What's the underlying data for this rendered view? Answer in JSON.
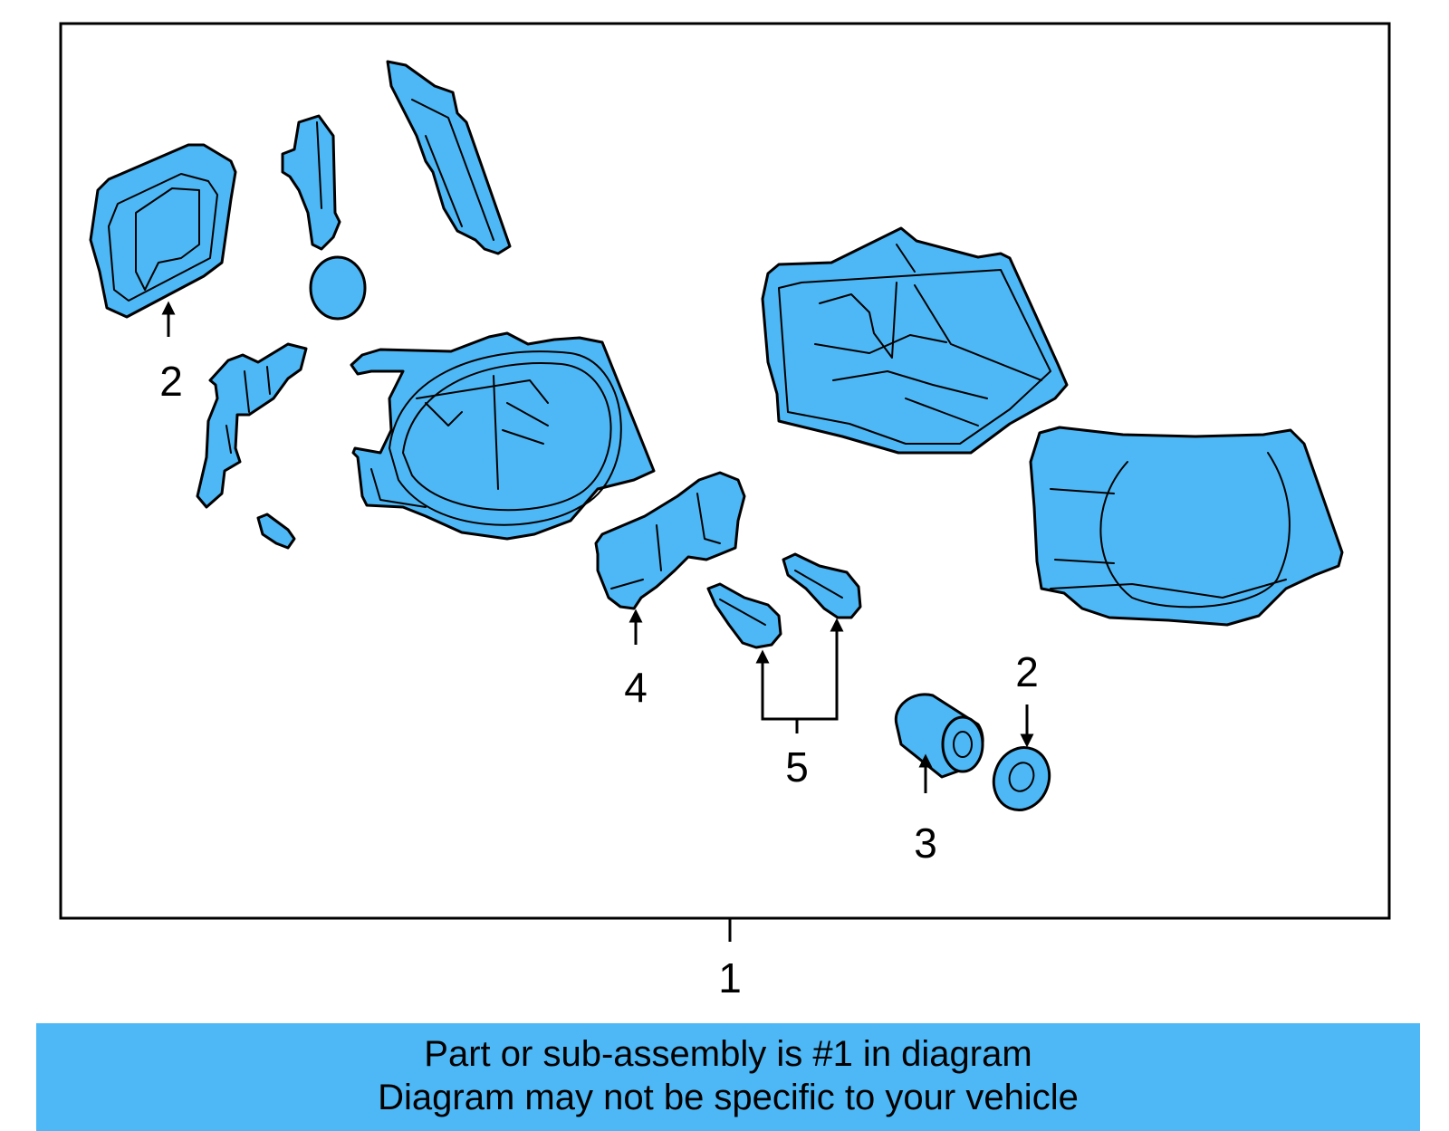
{
  "diagram": {
    "callouts": {
      "c1": "1",
      "c2a": "2",
      "c2b": "2",
      "c3": "3",
      "c4": "4",
      "c5": "5"
    },
    "part_color": "#4db8f5"
  },
  "footer": {
    "line1": "Part or sub-assembly is #1 in diagram",
    "line2": "Diagram may not be specific to your vehicle",
    "background": "#4db8f5"
  }
}
